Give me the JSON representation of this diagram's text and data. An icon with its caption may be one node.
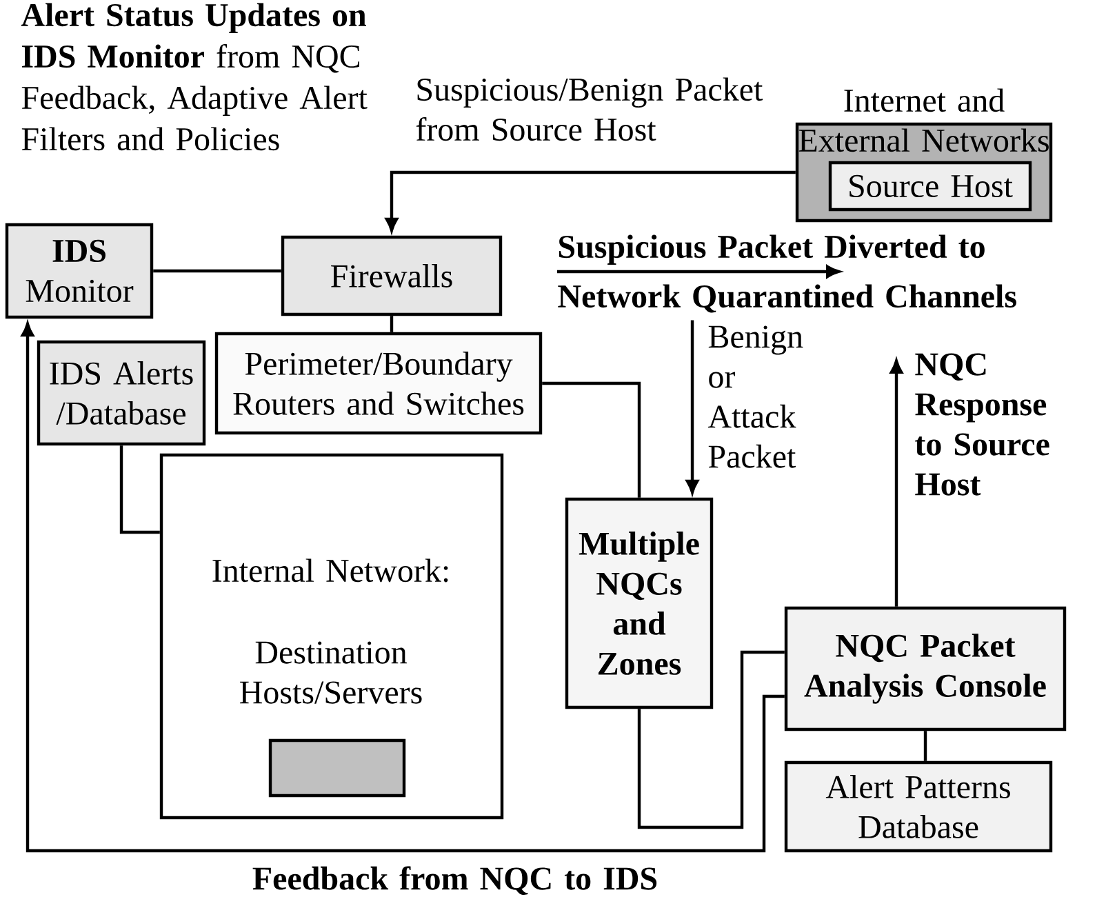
{
  "diagram": {
    "nodes": [
      {
        "text": [
          "IDS",
          "Monitor"
        ]
      },
      {
        "text": [
          "Firewalls"
        ]
      },
      {
        "text": [
          "Internet and External Networks"
        ]
      },
      {
        "text": [
          "Source Host"
        ],
        "in": 2
      },
      {
        "text": [
          "IDS Alerts /Database"
        ]
      },
      {
        "text": [
          "Perimeter/Boundary Routers and Switches"
        ]
      },
      {
        "text": [
          "Internal Network:",
          "Destination Hosts/Servers"
        ]
      },
      {
        "text": [],
        "shape": "box",
        "in": 6
      },
      {
        "text": [
          "Multiple NQCs and Zones"
        ]
      },
      {
        "text": [
          "NQC Packet Analysis Console"
        ]
      },
      {
        "text": [
          "Alert Patterns Database"
        ]
      },
      {
        "text": [
          "Suspicious Packet Diverted to Network Quarantined Channels"
        ]
      }
    ],
    "edges": [
      {
        "from": 2,
        "to": 1,
        "arrow": "to",
        "label": "Suspicious/Benign Packet from Source Host"
      },
      {
        "from": 0,
        "to": 1,
        "arrow": "none"
      },
      {
        "from": 1,
        "to": 5,
        "arrow": "none"
      },
      {
        "from": 4,
        "to": 6,
        "arrow": "none"
      },
      {
        "from": 5,
        "to": 8,
        "arrow": "none"
      },
      {
        "from": 11,
        "to": 8,
        "arrow": "to",
        "label": "Benign or Attack Packet"
      },
      {
        "from": 9,
        "to": null,
        "arrow": "to",
        "label": "NQC Response to Source Host"
      },
      {
        "from": 8,
        "to": 9,
        "arrow": "none"
      },
      {
        "from": 9,
        "to": 0,
        "arrow": "to",
        "label": "Feedback from NQC to IDS"
      },
      {
        "from": 9,
        "to": 10,
        "arrow": "none"
      }
    ],
    "labels": [
      "**Alert Status Updates on IDS Monitor** from NQC Feedback, Adaptive Alert Filters and Policies"
    ]
  }
}
